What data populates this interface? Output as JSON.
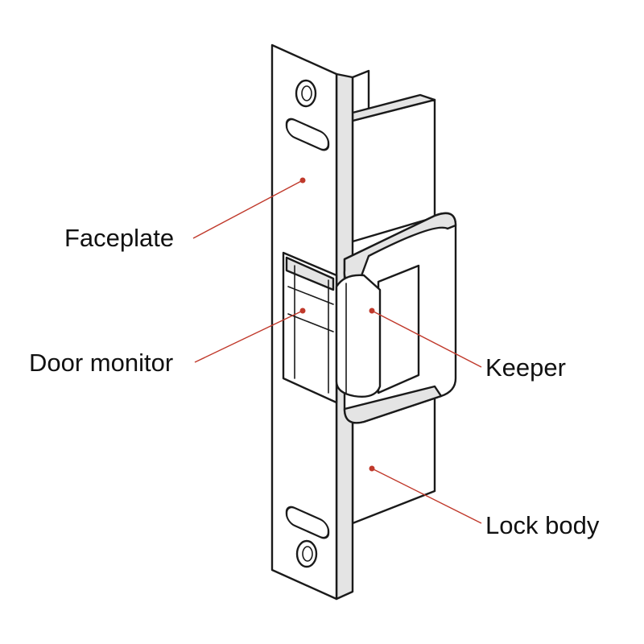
{
  "colors": {
    "leader": "#c0392b",
    "ink": "#1a1a1a"
  },
  "labels": {
    "faceplate": "Faceplate",
    "door_monitor": "Door monitor",
    "keeper": "Keeper",
    "lock_body": "Lock body"
  }
}
